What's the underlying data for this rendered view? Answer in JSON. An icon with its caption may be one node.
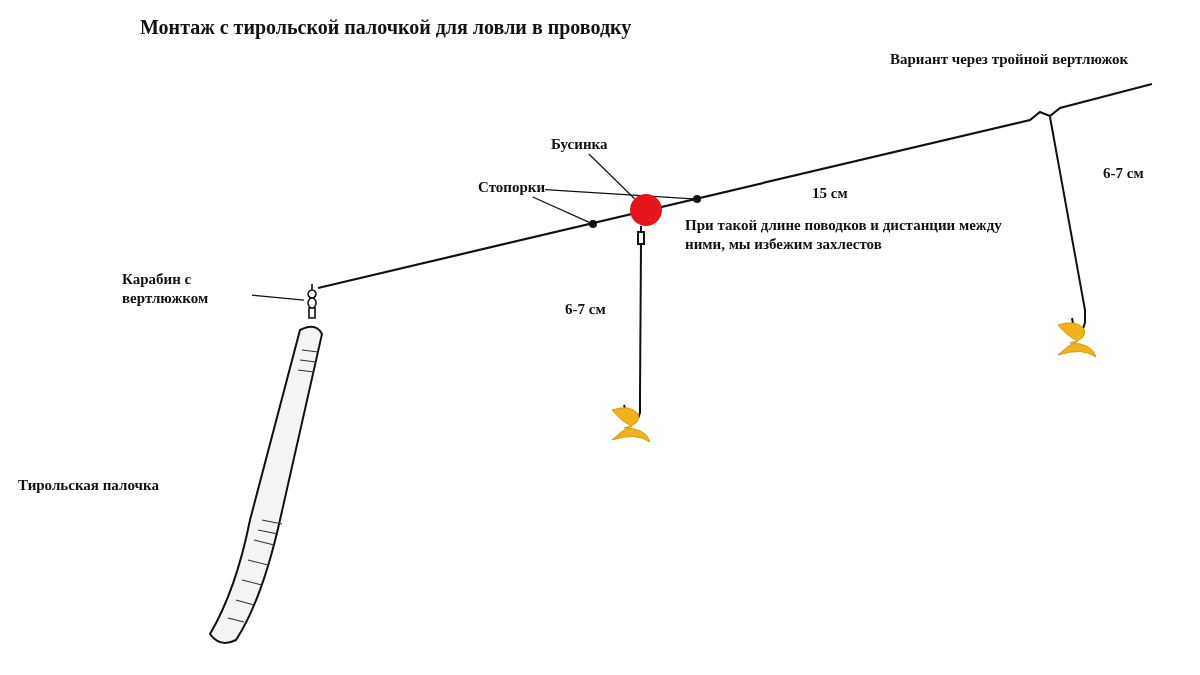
{
  "diagram": {
    "title": "Монтаж с тирольской палочкой для ловли в проводку",
    "nodes": [
      {
        "text": [
          "Стопорки"
        ]
      },
      {
        "text": [],
        "shape": "circle"
      },
      {
        "text": [],
        "shape": "circle"
      },
      {
        "text": [
          "Бусинка"
        ]
      },
      {
        "text": [],
        "shape": "circle"
      },
      {
        "text": [
          "Карабин с вертлюжком"
        ]
      },
      {
        "text": [],
        "shape": "picture"
      }
    ],
    "edges": [
      {
        "from": 0,
        "to": 1,
        "arrow": "none"
      },
      {
        "from": 0,
        "to": 2,
        "arrow": "none"
      },
      {
        "from": 3,
        "to": 4,
        "arrow": "none"
      },
      {
        "from": 5,
        "to": 6,
        "arrow": "none"
      }
    ],
    "labels": [
      "Вариант через тройной вертлюжок",
      "6-7 см",
      "15 см",
      "При такой длине поводков и дистанции между ними, мы избежим захлестов",
      "6-7 см",
      "Тирольская палочка"
    ]
  }
}
